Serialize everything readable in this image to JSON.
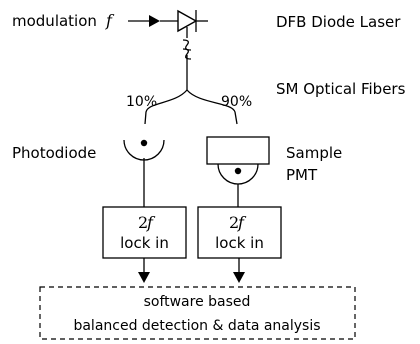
{
  "laser": {
    "modulation_text": "modulation",
    "modulation_symbol": "f",
    "label": "DFB Diode Laser"
  },
  "fibers": {
    "label": "SM Optical Fibers",
    "split_left": "10%",
    "split_right": "90%"
  },
  "photodiode": {
    "label": "Photodiode"
  },
  "sample": {
    "label": "Sample"
  },
  "pmt": {
    "label": "PMT"
  },
  "lockin_left": {
    "freq_num": "2",
    "freq_sym": "f",
    "label": "lock in"
  },
  "lockin_right": {
    "freq_num": "2",
    "freq_sym": "f",
    "label": "lock in"
  },
  "software": {
    "line1": "software based",
    "line2": "balanced detection & data analysis"
  }
}
